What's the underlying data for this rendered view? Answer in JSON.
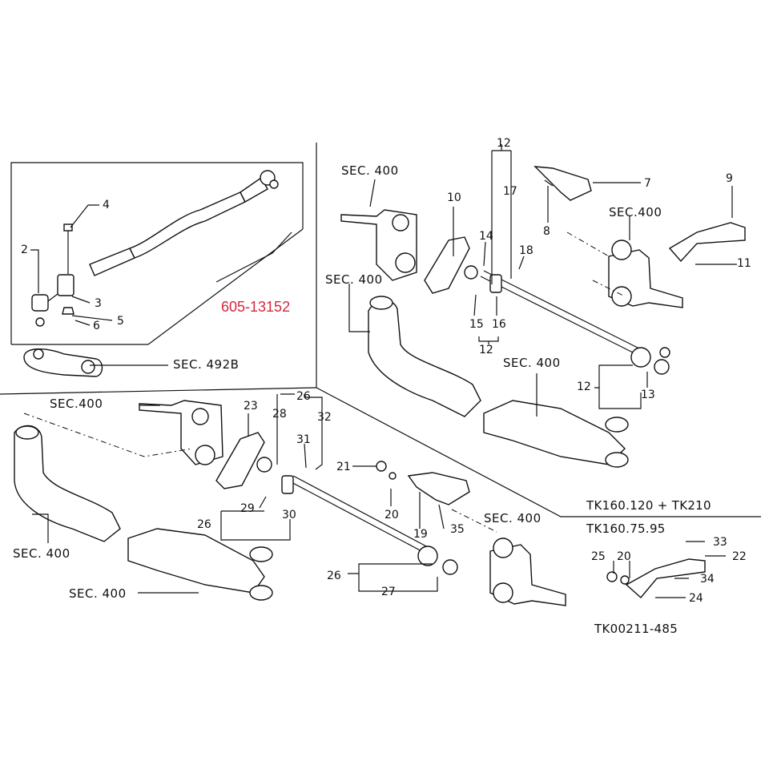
{
  "diagram": {
    "highlight_color": "#d7263d",
    "line_color": "#111111",
    "part_number": "605-13152",
    "figure_code": "TK00211-485",
    "models": [
      "TK160.120 + TK210",
      "TK160.75.95"
    ],
    "sections": {
      "s400": "SEC. 400",
      "s400b": "SEC.400",
      "s492b": "SEC. 492B"
    },
    "callouts": [
      "2",
      "3",
      "4",
      "5",
      "6",
      "7",
      "8",
      "9",
      "10",
      "11",
      "12",
      "13",
      "14",
      "15",
      "16",
      "17",
      "18",
      "19",
      "20",
      "21",
      "22",
      "23",
      "24",
      "25",
      "26",
      "27",
      "28",
      "29",
      "30",
      "31",
      "32",
      "33",
      "34",
      "35"
    ]
  }
}
